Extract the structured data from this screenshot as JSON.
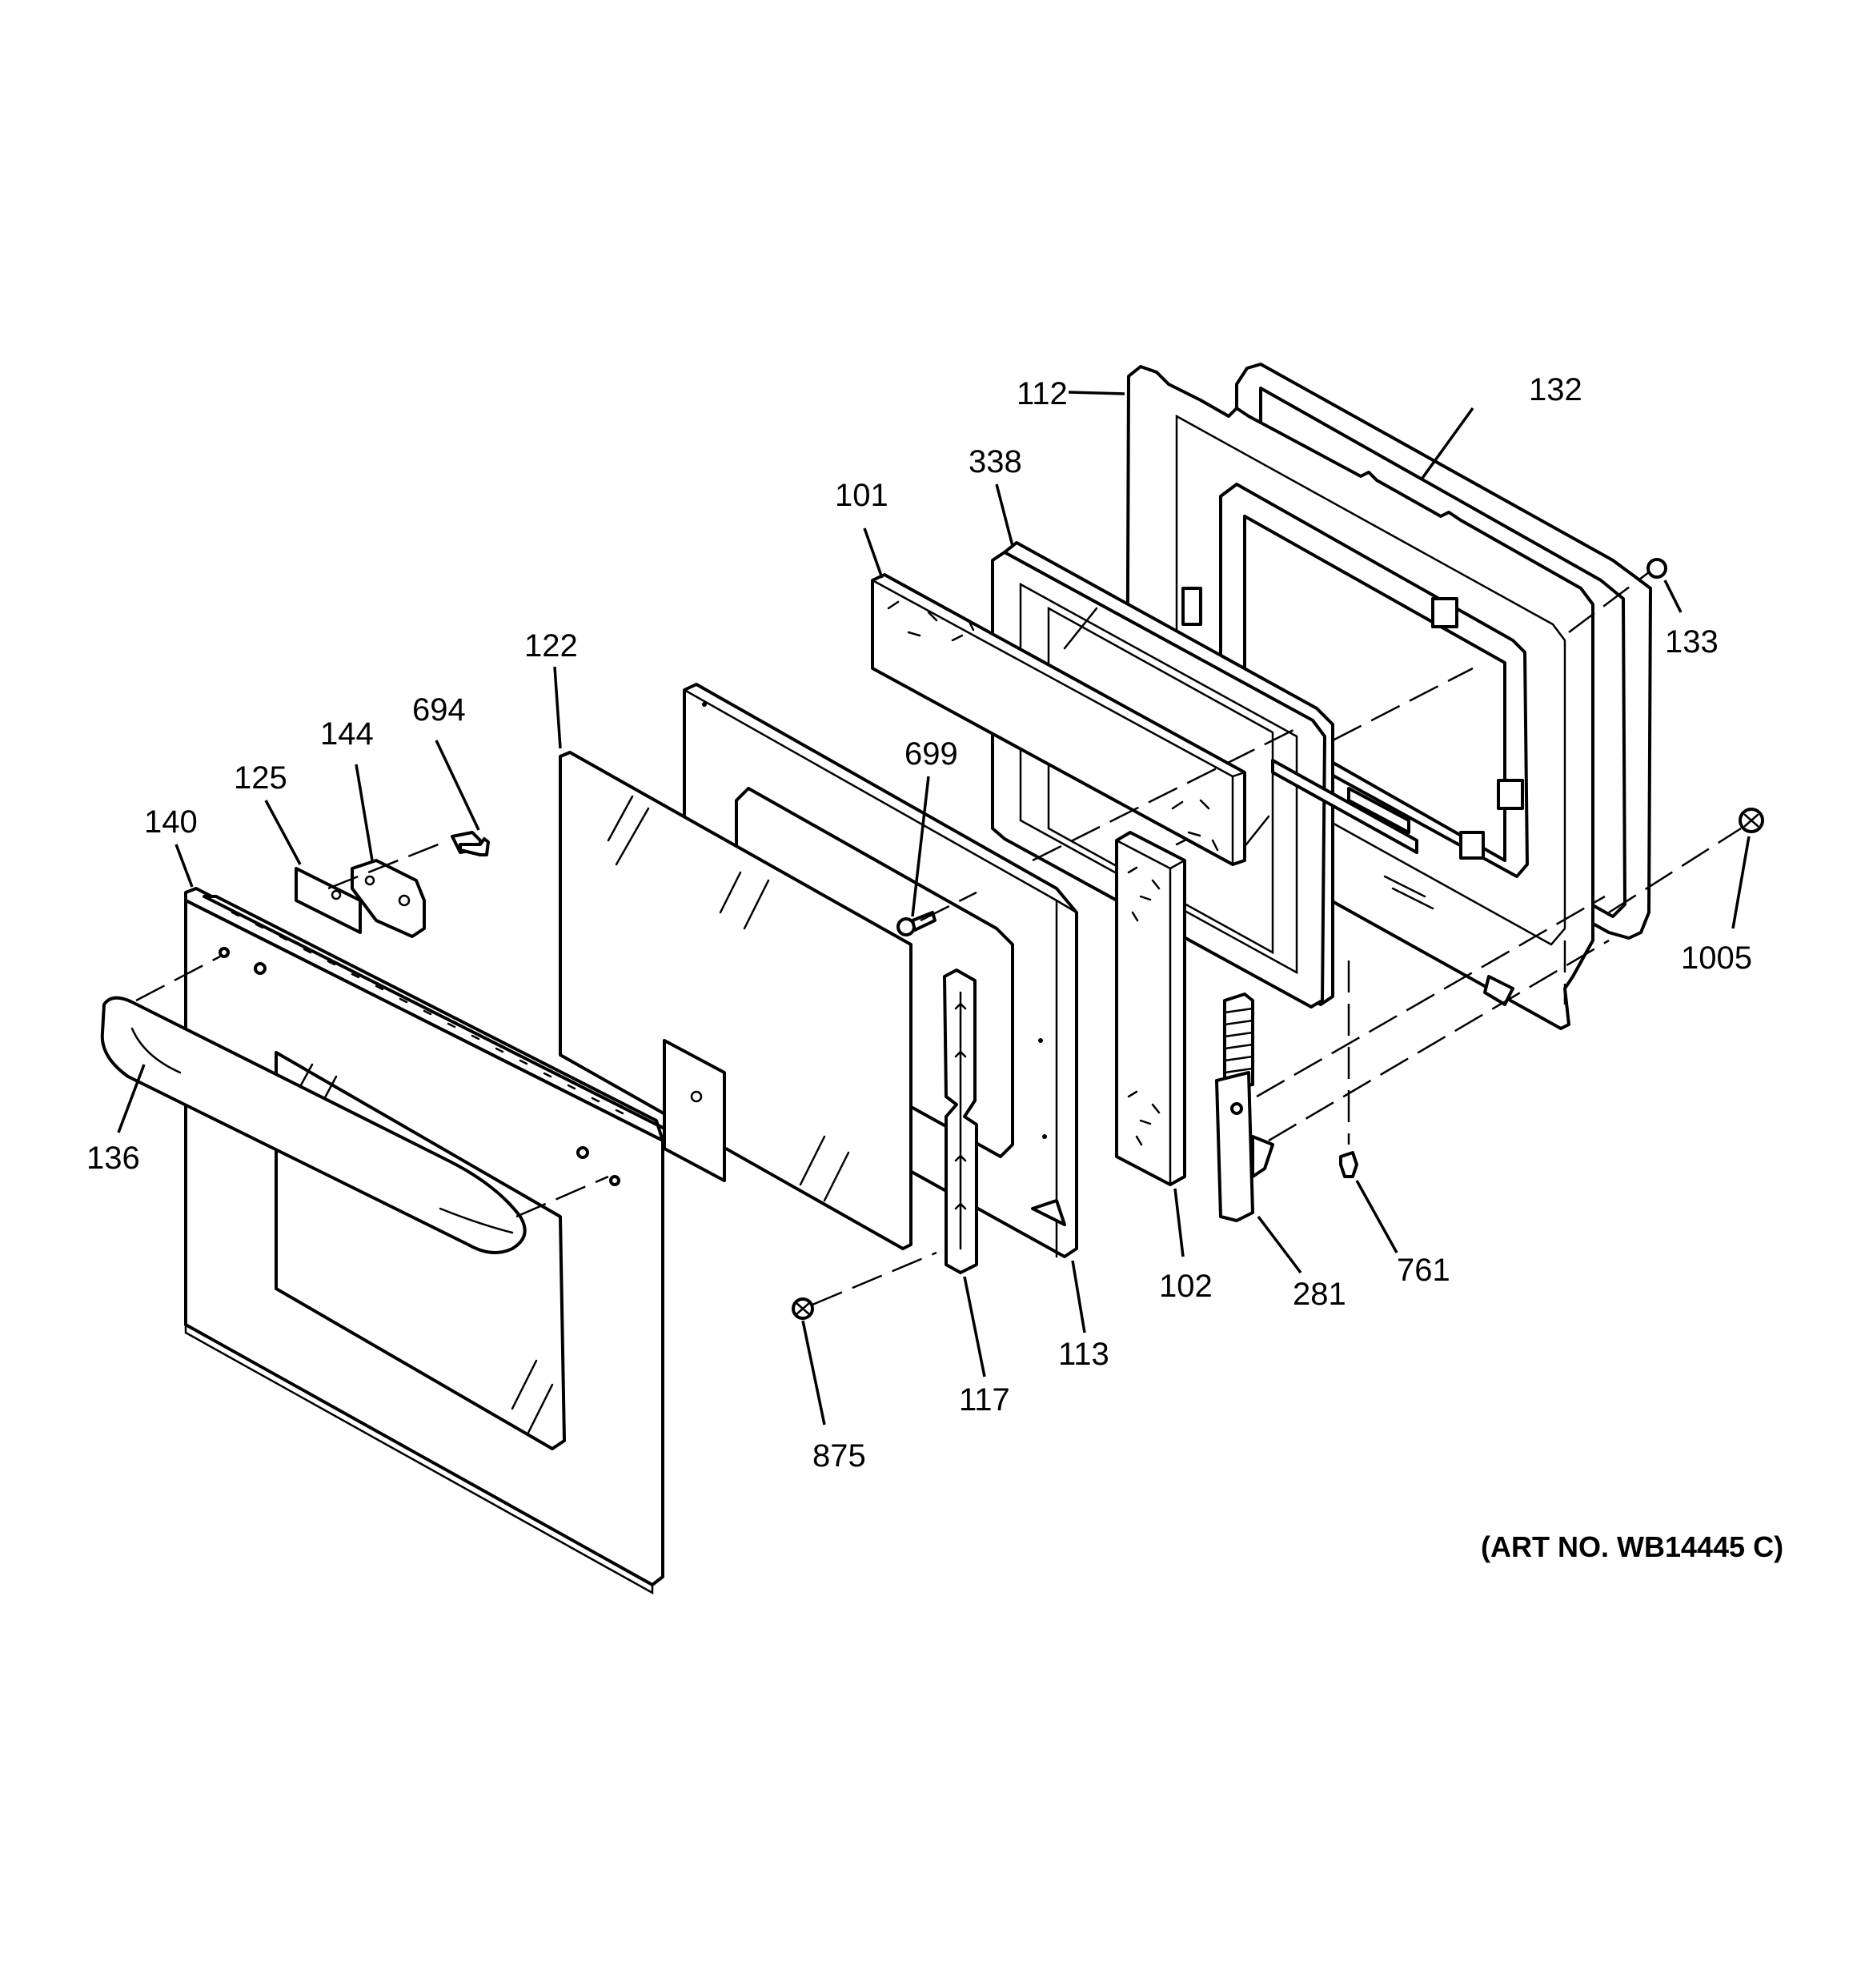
{
  "diagram": {
    "art_number": "(ART NO. WB14445 C)",
    "callouts": {
      "c101": "101",
      "c102": "102",
      "c112": "112",
      "c113": "113",
      "c117": "117",
      "c122": "122",
      "c125": "125",
      "c132": "132",
      "c133": "133",
      "c136": "136",
      "c140": "140",
      "c144": "144",
      "c281": "281",
      "c338": "338",
      "c694": "694",
      "c699": "699",
      "c761": "761",
      "c875": "875",
      "c1005": "1005"
    }
  }
}
